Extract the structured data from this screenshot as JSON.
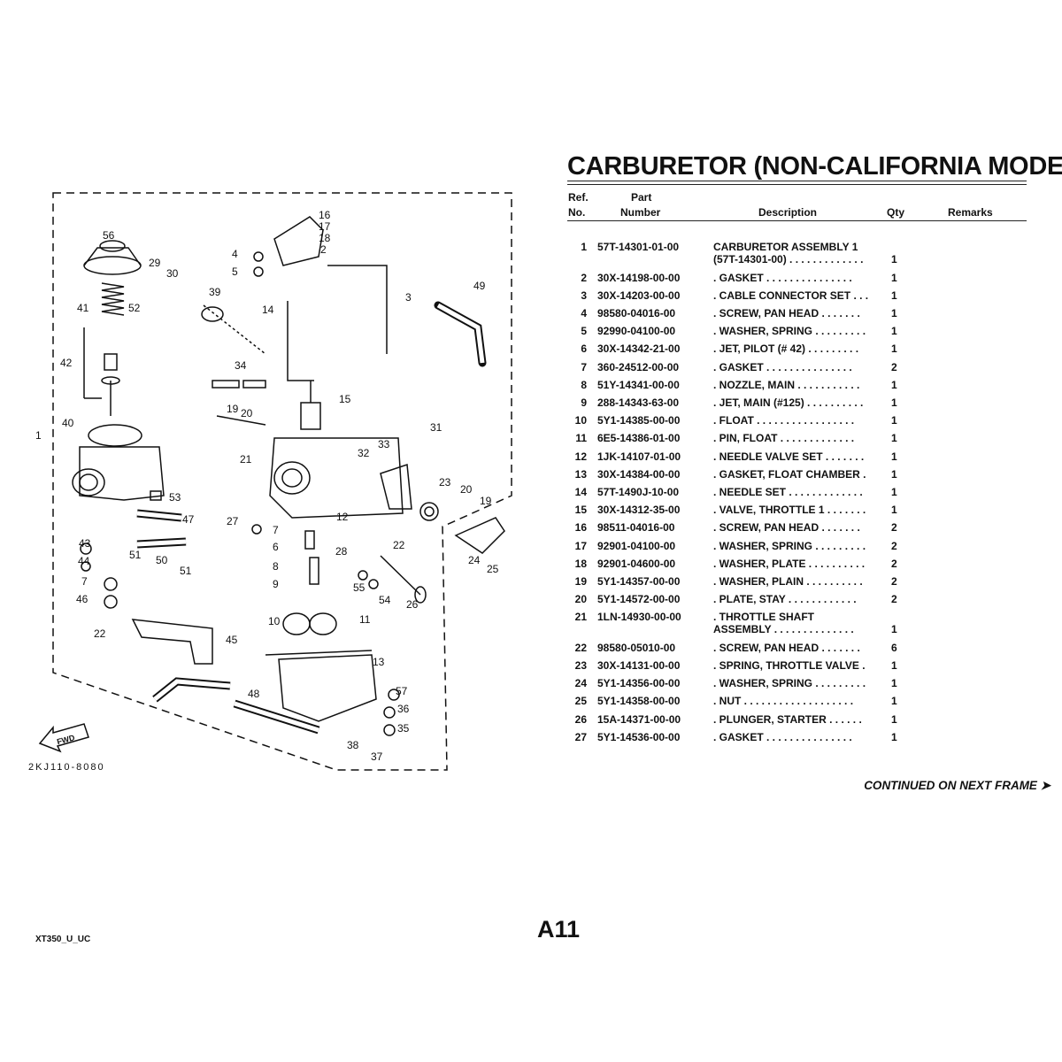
{
  "title": "CARBURETOR (NON-CALIFORNIA MODEL)",
  "headers": {
    "ref1": "Ref.",
    "ref2": "No.",
    "part1": "Part",
    "part2": "Number",
    "description": "Description",
    "qty": "Qty",
    "remarks": "Remarks"
  },
  "rows": [
    {
      "ref": "1",
      "part": "57T-14301-01-00",
      "desc": "CARBURETOR ASSEMBLY 1",
      "desc2": "(57T-14301-00) . . . . . . . . . . . . .",
      "qty": "1"
    },
    {
      "ref": "2",
      "part": "30X-14198-00-00",
      "desc": ". GASKET  . . . . . . . . . . . . . . .",
      "qty": "1"
    },
    {
      "ref": "3",
      "part": "30X-14203-00-00",
      "desc": ". CABLE CONNECTOR SET . . .",
      "qty": "1"
    },
    {
      "ref": "4",
      "part": "98580-04016-00",
      "desc": ". SCREW, PAN HEAD  . . . . . . .",
      "qty": "1"
    },
    {
      "ref": "5",
      "part": "92990-04100-00",
      "desc": ". WASHER, SPRING . . . . . . . . .",
      "qty": "1"
    },
    {
      "ref": "6",
      "part": "30X-14342-21-00",
      "desc": ". JET, PILOT (# 42)  . . . . . . . . .",
      "qty": "1"
    },
    {
      "ref": "7",
      "part": "360-24512-00-00",
      "desc": ". GASKET  . . . . . . . . . . . . . . .",
      "qty": "2"
    },
    {
      "ref": "8",
      "part": "51Y-14341-00-00",
      "desc": ". NOZZLE, MAIN  . . . . . . . . . . .",
      "qty": "1"
    },
    {
      "ref": "9",
      "part": "288-14343-63-00",
      "desc": ". JET, MAIN (#125) . . . . . . . . . .",
      "qty": "1"
    },
    {
      "ref": "10",
      "part": "5Y1-14385-00-00",
      "desc": ". FLOAT . . . . . . . . . . . . . . . . .",
      "qty": "1"
    },
    {
      "ref": "11",
      "part": "6E5-14386-01-00",
      "desc": ". PIN, FLOAT  . . . . . . . . . . . . .",
      "qty": "1"
    },
    {
      "ref": "12",
      "part": "1JK-14107-01-00",
      "desc": ". NEEDLE VALVE SET  . . . . . . .",
      "qty": "1"
    },
    {
      "ref": "13",
      "part": "30X-14384-00-00",
      "desc": ". GASKET, FLOAT CHAMBER  .",
      "qty": "1"
    },
    {
      "ref": "14",
      "part": "57T-1490J-10-00",
      "desc": ". NEEDLE SET . . . . . . . . . . . . .",
      "qty": "1"
    },
    {
      "ref": "15",
      "part": "30X-14312-35-00",
      "desc": ". VALVE, THROTTLE 1 . . . . . . .",
      "qty": "1"
    },
    {
      "ref": "16",
      "part": "98511-04016-00",
      "desc": ". SCREW, PAN HEAD  . . . . . . .",
      "qty": "2"
    },
    {
      "ref": "17",
      "part": "92901-04100-00",
      "desc": ". WASHER, SPRING . . . . . . . . .",
      "qty": "2"
    },
    {
      "ref": "18",
      "part": "92901-04600-00",
      "desc": ". WASHER, PLATE . . . . . . . . . .",
      "qty": "2"
    },
    {
      "ref": "19",
      "part": "5Y1-14357-00-00",
      "desc": ". WASHER, PLAIN  . . . . . . . . . .",
      "qty": "2"
    },
    {
      "ref": "20",
      "part": "5Y1-14572-00-00",
      "desc": ". PLATE, STAY  . . . . . . . . . . . .",
      "qty": "2"
    },
    {
      "ref": "21",
      "part": "1LN-14930-00-00",
      "desc": ". THROTTLE SHAFT",
      "desc2": "  ASSEMBLY  . . . . . . . . . . . . . .",
      "qty": "1"
    },
    {
      "ref": "22",
      "part": "98580-05010-00",
      "desc": ". SCREW, PAN HEAD  . . . . . . .",
      "qty": "6"
    },
    {
      "ref": "23",
      "part": "30X-14131-00-00",
      "desc": ". SPRING, THROTTLE VALVE  .",
      "qty": "1"
    },
    {
      "ref": "24",
      "part": "5Y1-14356-00-00",
      "desc": ". WASHER, SPRING . . . . . . . . .",
      "qty": "1"
    },
    {
      "ref": "25",
      "part": "5Y1-14358-00-00",
      "desc": ". NUT . . . . . . . . . . . . . . . . . . .",
      "qty": "1"
    },
    {
      "ref": "26",
      "part": "15A-14371-00-00",
      "desc": ". PLUNGER, STARTER  . . . . . .",
      "qty": "1"
    },
    {
      "ref": "27",
      "part": "5Y1-14536-00-00",
      "desc": ". GASKET  . . . . . . . . . . . . . . .",
      "qty": "1"
    }
  ],
  "continued": "CONTINUED ON NEXT FRAME ➤",
  "page_number": "A11",
  "doc_code": "XT350_U_UC",
  "diagram": {
    "callouts": [
      "56",
      "16",
      "17",
      "18",
      "2",
      "4",
      "5",
      "29",
      "30",
      "3",
      "49",
      "39",
      "52",
      "14",
      "41",
      "42",
      "34",
      "15",
      "19",
      "20",
      "31",
      "1",
      "40",
      "21",
      "33",
      "32",
      "23",
      "20",
      "19",
      "53",
      "47",
      "12",
      "27",
      "51",
      "7",
      "6",
      "28",
      "22",
      "43",
      "50",
      "51",
      "44",
      "7",
      "24",
      "25",
      "9",
      "55",
      "54",
      "26",
      "46",
      "8",
      "10",
      "11",
      "22",
      "45",
      "13",
      "57",
      "36",
      "48",
      "35",
      "38",
      "37"
    ],
    "fwd_label": "FWD",
    "drawing_code": "2KJ110-8080"
  }
}
